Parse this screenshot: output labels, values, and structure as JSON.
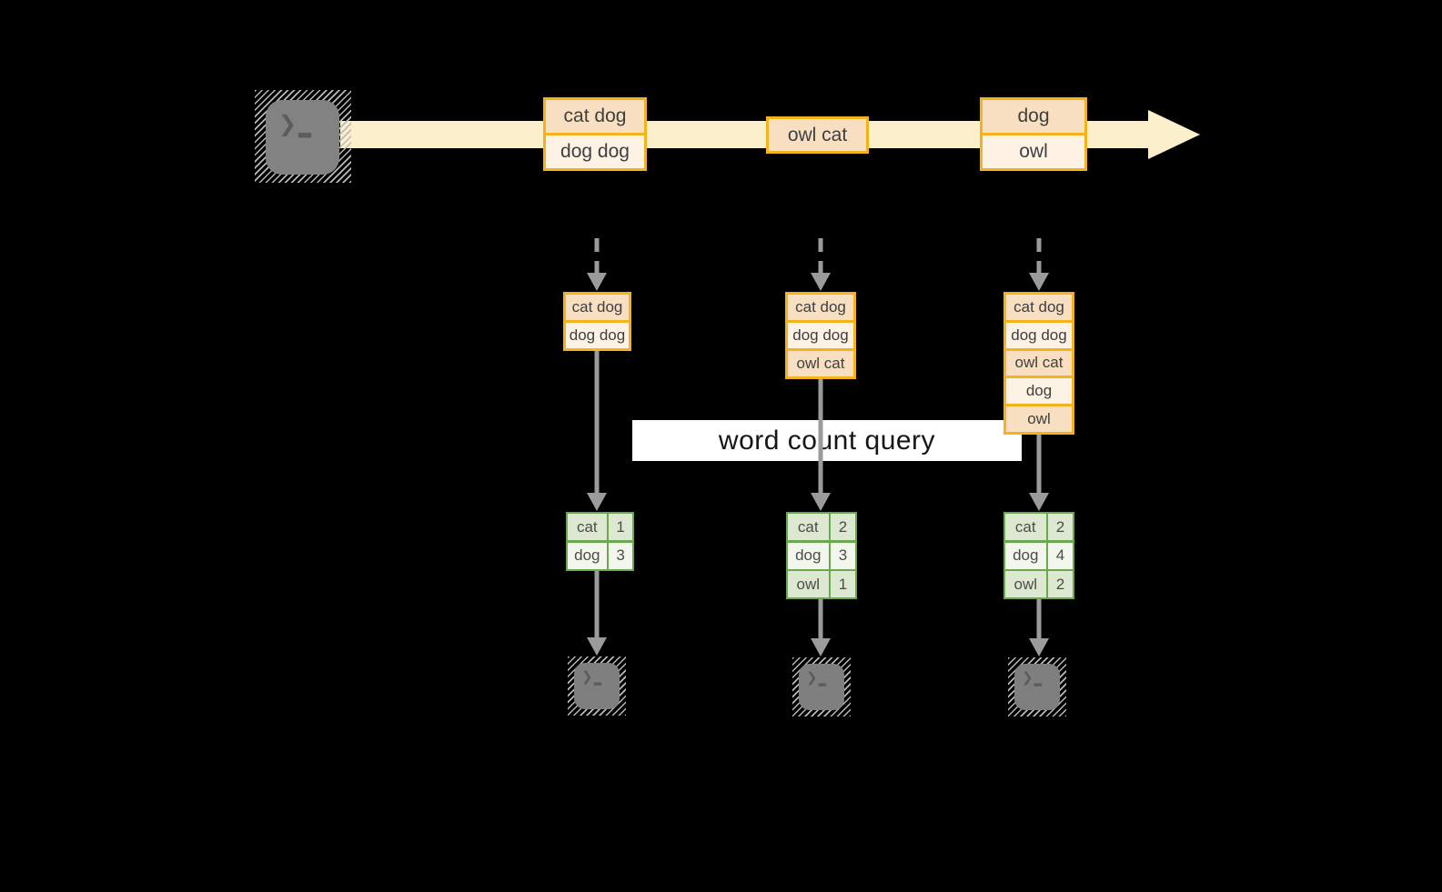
{
  "query": {
    "label": "word count query"
  },
  "stream": {
    "source_icon": "terminal-icon",
    "events": [
      {
        "lines": [
          "cat dog",
          "dog dog"
        ]
      },
      {
        "lines": [
          "owl cat"
        ]
      },
      {
        "lines": [
          "dog",
          "owl"
        ]
      }
    ]
  },
  "columns": [
    {
      "batch": [
        "cat dog",
        "dog dog"
      ],
      "counts": [
        {
          "word": "cat",
          "count": "1"
        },
        {
          "word": "dog",
          "count": "3"
        }
      ]
    },
    {
      "batch": [
        "cat dog",
        "dog dog",
        "owl cat"
      ],
      "counts": [
        {
          "word": "cat",
          "count": "2"
        },
        {
          "word": "dog",
          "count": "3"
        },
        {
          "word": "owl",
          "count": "1"
        }
      ]
    },
    {
      "batch": [
        "cat dog",
        "dog dog",
        "owl cat",
        "dog",
        "owl"
      ],
      "counts": [
        {
          "word": "cat",
          "count": "2"
        },
        {
          "word": "dog",
          "count": "4"
        },
        {
          "word": "owl",
          "count": "2"
        }
      ]
    }
  ],
  "colors": {
    "accent_orange": "#F2B31C",
    "cell_peach": "#F8DFC2",
    "cell_cream": "#FDF2E4",
    "stream_band": "#FCF0CC",
    "accent_green": "#6AA84F",
    "cell_green": "#DCE8CF",
    "cell_green_light": "#F2F6EC",
    "arrow_gray": "#9B9B9B",
    "terminal_gray": "#828282",
    "query_band_bg": "#FFFFFF",
    "background": "#000000"
  }
}
